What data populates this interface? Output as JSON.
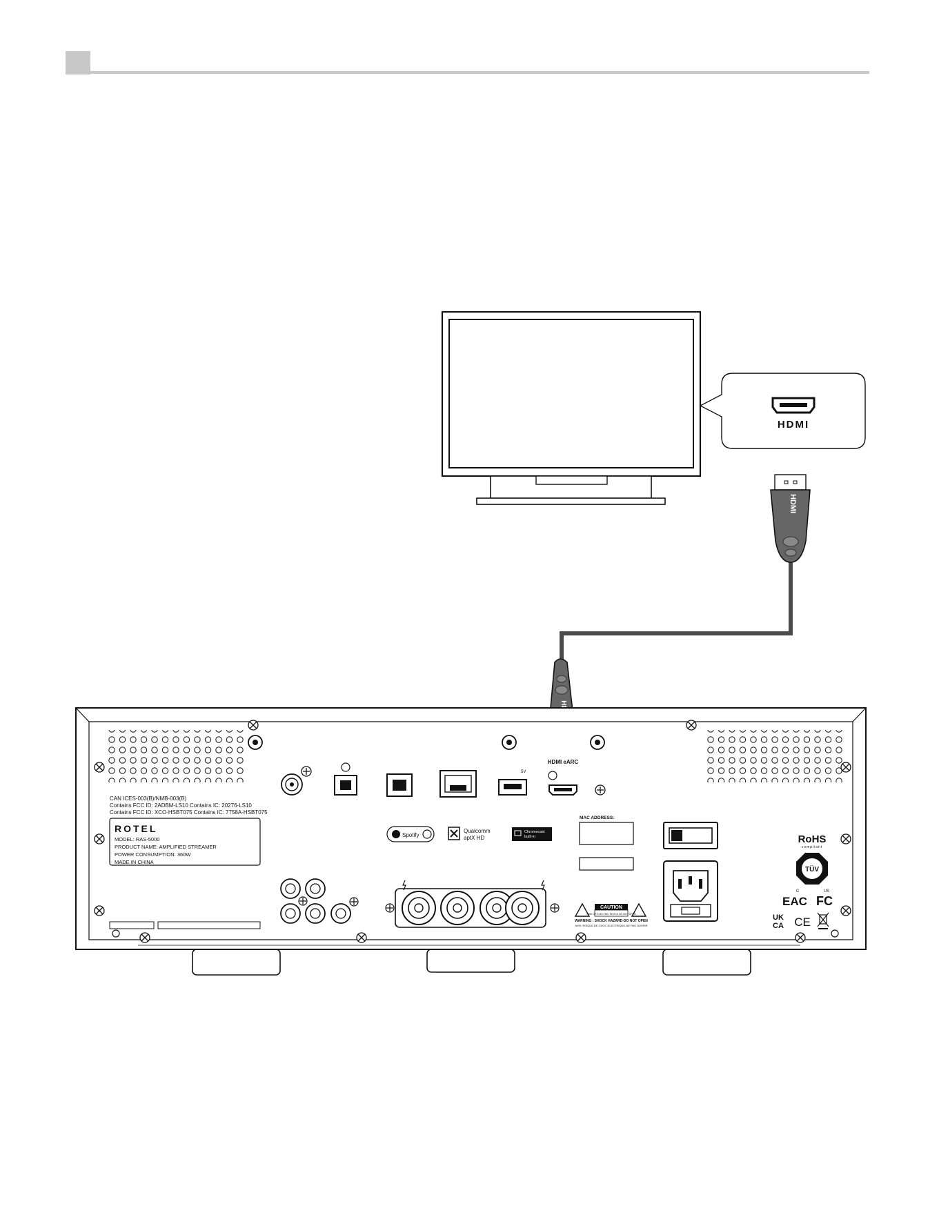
{
  "header": {
    "section_number": ""
  },
  "tv_callout": {
    "hdmi_logo": "HDMI"
  },
  "cable": {
    "print": "HDMI"
  },
  "rear_panel": {
    "compliance": {
      "line1": "CAN ICES-003(B)/NMB-003(B)",
      "line2": "Contains FCC ID: 2ADBM-LS10 Contains IC: 20276-LS10",
      "line3": "Contains FCC ID: XCO-HSBT075 Contains IC: 7758A-HSBT075"
    },
    "rating_label": {
      "brand": "ROTEL",
      "model": "MODEL: RAS-5000",
      "product": "PRODUCT NAME: AMPLIFIED STREAMER",
      "power": "POWER CONSUMPTION: 360W",
      "origin": "MADE IN CHINA"
    },
    "hdmi_port_label": "HDMI eARC",
    "usb_label": "5V",
    "logos": {
      "spotify": "Spotify",
      "qualcomm_line1": "Qualcomm",
      "qualcomm_line2": "aptX HD",
      "chromecast_line1": "Chromecast",
      "chromecast_line2": "built-in"
    },
    "mac_label": "MAC ADDRESS:",
    "caution": {
      "title": "CAUTION",
      "sub": "RISK OF ELECTRIC SHOCK DO NOT OPEN",
      "warn1": "WARNING : SHOCK HAZARD-DO NOT OPEN",
      "warn2": "AVIS: RISQUE DE CHOC ELECTRIQUE-NE PAS OUVRIR"
    },
    "cert": {
      "rohs": "RoHS",
      "rohs_sub": "compliant",
      "tuv": "TÜV",
      "tuv_c": "C",
      "tuv_us": "US",
      "eac": "EAC",
      "fc": "FC",
      "ukca_1": "UK",
      "ukca_2": "CA",
      "ce": "CE"
    }
  }
}
